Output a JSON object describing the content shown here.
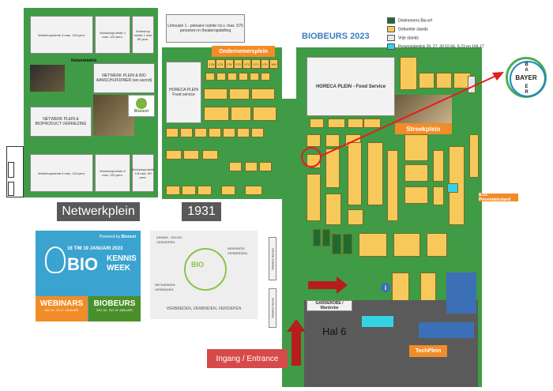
{
  "title": "BIOBEURS 2023",
  "legend": [
    {
      "label": "Deelnemers Bio-erf",
      "color": "#1e6b2e"
    },
    {
      "label": "Geboekte stands",
      "color": "#f7c95a"
    },
    {
      "label": "Vrije stands",
      "color": "#e6e6f2"
    },
    {
      "label": "Presentatiedisk 26, 27, 30,52-56, 9-23 en 169-17",
      "color": "#35d2e6"
    }
  ],
  "areas": {
    "netwerkplein": "Netwerkplein",
    "hall_1931": "1931",
    "hal6": "Hal 6",
    "ondernemersplein": "Ondernemersplein",
    "streekplein": "Streekplein",
    "techplein": "TechPlein",
    "horeca_food_service": "HORECA PLEIN - Food Service",
    "horeca_plein_small": "HORECA PLEIN Food service",
    "garderobe": "GARDEROBE / Wardrobe",
    "entrance": "Ingang / Entrance",
    "limousin": "Limousin 1 - plenaire ruimte t.b.v. max. 575 personen in theateropstelling",
    "netwerktafels": "Netwerktafels",
    "netwerk_plein_bio_aanschuifdiner": "NETWERK PLEIN & BIO AANSCHUIFDINER (wo avond)",
    "netwerk_plein_bioproduct": "NETWERK PLEIN & BIOPRODUCT VERKIEZING",
    "workshop_1": "Workshopruimte 4 max. 120 pers.",
    "workshop_2": "Workshopruimte 3 max. 120 pers.",
    "workshop_3": "Workshop ruimte 1 max 80 pers.",
    "workshop_4": "Workshopruimte 5 max. 120 pers.",
    "workshop_5": "Workshopruimte 6 max. 120 pers.",
    "workshop_6": "Workshopruimte 2-8 max. 80 pers.",
    "toiletten_dames": "Toiletten dames",
    "toiletten_heren": "Toiletten heren",
    "presentatie_stand": "B-23 Presentatiestand",
    "bionext_logo": "Bionext",
    "bayer_logo": "BAYER"
  },
  "ondernemers_numbers": [
    "176",
    "175",
    "174",
    "173",
    "172",
    "171",
    "170",
    "169"
  ],
  "kennisweek": {
    "powered": "Powered by",
    "brand": "Bionext",
    "dates": "16 T/M 19 JANUARI 2023",
    "bio": "BIO",
    "kennis": "KENNIS",
    "week": "WEEK",
    "webinars": "WEBINARS",
    "webinars_sub": "MA 16 - DI 17 JANUARI",
    "biobeurs": "BIOBEURS",
    "biobeurs_sub": "WO 18 - DO 19 JANUARI"
  },
  "diagram": {
    "kennis_delen": "KENNIS - DELEN",
    "verdiepen": "VERDIEPEN",
    "inspiratie": "INSPIRATIE",
    "verbreden": "VERBREDEN",
    "netwerken": "NETWERKEN",
    "verbinden": "VERBINDEN",
    "tagline": "VERBREDEN, VERBINDEN, VERDIEPEN"
  },
  "colors": {
    "floor_green": "#3f9b45",
    "stand_yellow": "#f7c95a",
    "orange": "#f28c28",
    "dark_gray": "#595959",
    "tech_blue": "#3b6fb6",
    "arrow_red": "#e41e1e",
    "title_blue": "#3a7dc0"
  }
}
